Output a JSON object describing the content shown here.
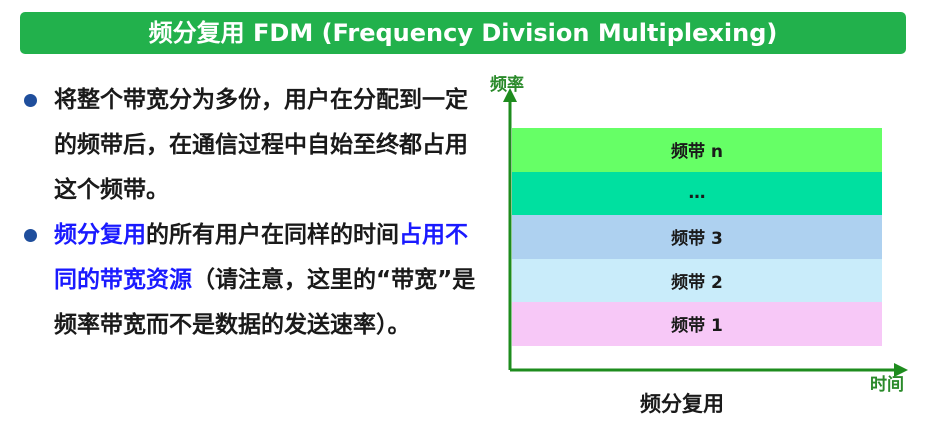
{
  "title": "频分复用 FDM (Frequency Division Multiplexing)",
  "bullets": {
    "b1": "将整个带宽分为多份，用户在分配到一定的频带后，在通信过程中自始至终都占用这个频带。",
    "b2_hl1": "频分复用",
    "b2_mid": "的所有用户在同样的时间",
    "b2_hl2": "占用不同的带宽资源",
    "b2_rest": "（请注意，这里的“带宽”是频率带宽而不是数据的发送速率）。"
  },
  "diagram": {
    "y_axis_label": "频率",
    "x_axis_label": "时间",
    "caption": "频分复用",
    "bands": [
      {
        "label": "频带 n",
        "color": "#66ff66"
      },
      {
        "label": "…",
        "color": "#00e0a0"
      },
      {
        "label": "频带 3",
        "color": "#aed1f0"
      },
      {
        "label": "频带 2",
        "color": "#c9ecfa"
      },
      {
        "label": "频带 1",
        "color": "#f7c8f7"
      }
    ],
    "axis_color": "#1e8c1e"
  }
}
